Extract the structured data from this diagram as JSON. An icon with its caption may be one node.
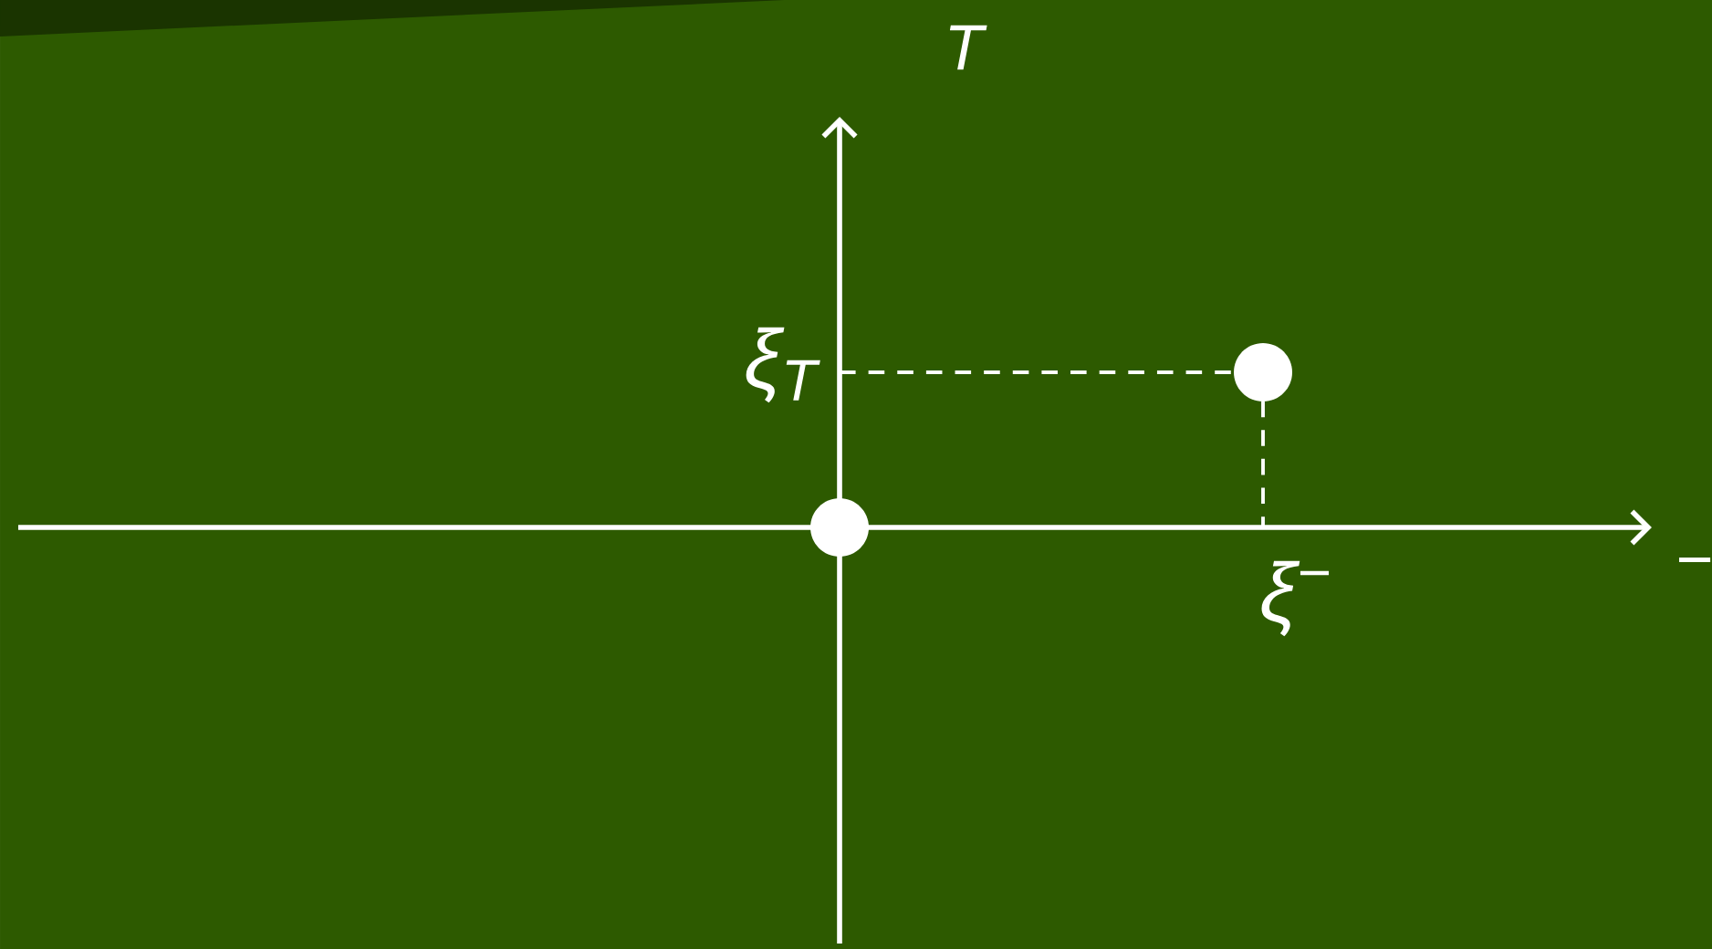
{
  "diagram": {
    "labels": [
      "T",
      "ξ$_{T}$",
      "ξ$^{−}$",
      "−"
    ]
  }
}
